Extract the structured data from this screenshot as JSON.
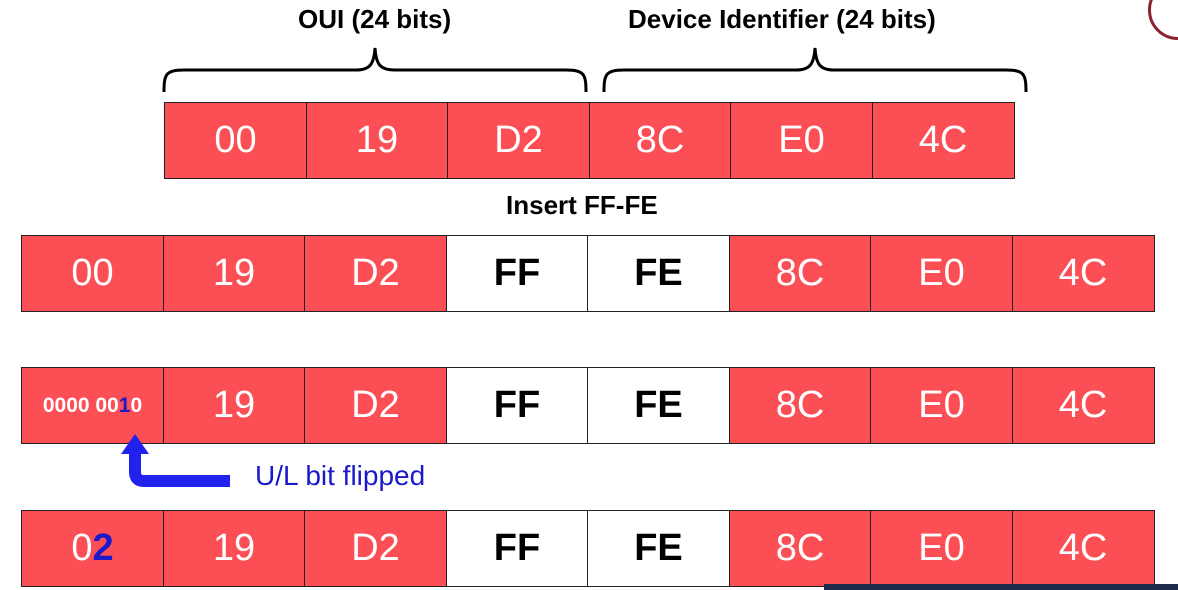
{
  "labels": {
    "oui": "OUI (24 bits)",
    "device": "Device Identifier (24 bits)",
    "insert": "Insert FF-FE",
    "ul_note": "U/L bit flipped"
  },
  "row1": [
    "00",
    "19",
    "D2",
    "8C",
    "E0",
    "4C"
  ],
  "row2": [
    "00",
    "19",
    "D2",
    "FF",
    "FE",
    "8C",
    "E0",
    "4C"
  ],
  "row3": {
    "binary_prefix": "0000 00",
    "flipped_bit": "1",
    "binary_suffix": "0",
    "cells": [
      "19",
      "D2",
      "FF",
      "FE",
      "8C",
      "E0",
      "4C"
    ]
  },
  "row4": {
    "first_prefix": "0",
    "first_changed": "2",
    "cells": [
      "19",
      "D2",
      "FF",
      "FE",
      "8C",
      "E0",
      "4C"
    ]
  },
  "colors": {
    "cell_red": "#fb4e55",
    "highlight_blue": "#1a1acc",
    "arrow_blue": "#2222ee"
  }
}
